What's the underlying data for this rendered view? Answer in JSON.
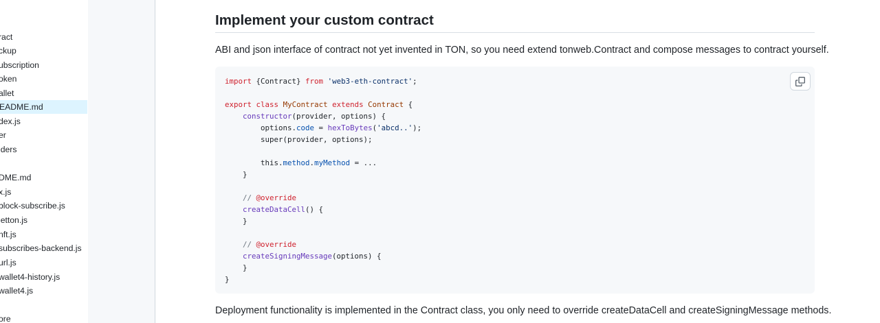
{
  "sidebar": {
    "items": [
      {
        "label": "ract"
      },
      {
        "label": "ckup"
      },
      {
        "label": "ubscription"
      },
      {
        "label": "oken"
      },
      {
        "label": "allet"
      },
      {
        "label": "EADME.md",
        "selected": true
      },
      {
        "label": "dex.js"
      },
      {
        "label": "er"
      },
      {
        "label": "iders"
      },
      {
        "label": "DME.md"
      },
      {
        "label": "x.js"
      },
      {
        "label": "block-subscribe.js"
      },
      {
        "label": "jetton.js"
      },
      {
        "label": "nft.js"
      },
      {
        "label": "subscribes-backend.js"
      },
      {
        "label": "url.js"
      },
      {
        "label": "wallet4-history.js"
      },
      {
        "label": "wallet4.js"
      },
      {
        "label": "ore"
      }
    ]
  },
  "content": {
    "heading": "Implement your custom contract",
    "intro": "ABI and json interface of contract not yet invented in TON, so you need extend tonweb.Contract and compose messages to contract yourself.",
    "footer_text": "Deployment functionality is implemented in the Contract class, you only need to override createDataCell and createSigningMessage methods.",
    "copy_icon": "copy-icon",
    "code": {
      "l1_kw1": "import",
      "l1_a": " {Contract} ",
      "l1_kw2": "from",
      "l1_str": "'web3-eth-contract'",
      "l1_end": ";",
      "l3_kw1": "export",
      "l3_kw2": "class",
      "l3_cls": "MyContract",
      "l3_kw3": "extends",
      "l3_cls2": "Contract",
      "l3_end": " {",
      "l4_fn": "constructor",
      "l4_rest": "(provider, options) {",
      "l5_a": "options.",
      "l5_prop": "code",
      "l5_op": " = ",
      "l5_fn": "hexToBytes",
      "l5_b": "(",
      "l5_str": "'abcd..'",
      "l5_c": ");",
      "l6": "super(provider, options);",
      "l8_a": "this.",
      "l8_prop": "method",
      "l8_dot": ".",
      "l8_prop2": "myMethod",
      "l8_rest": " = ...",
      "close": "}",
      "cm_prefix": "// ",
      "cm_tag": "@override",
      "l12_fn": "createDataCell",
      "l12_rest": "() {",
      "l16_fn": "createSigningMessage",
      "l16_rest": "(options) {"
    }
  }
}
